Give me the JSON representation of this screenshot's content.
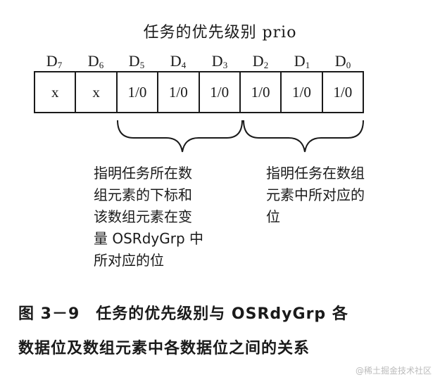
{
  "title": "任务的优先级别 prio",
  "bits": [
    {
      "name": "D",
      "sub": "7",
      "value": "x"
    },
    {
      "name": "D",
      "sub": "6",
      "value": "x"
    },
    {
      "name": "D",
      "sub": "5",
      "value": "1/0"
    },
    {
      "name": "D",
      "sub": "4",
      "value": "1/0"
    },
    {
      "name": "D",
      "sub": "3",
      "value": "1/0"
    },
    {
      "name": "D",
      "sub": "2",
      "value": "1/0"
    },
    {
      "name": "D",
      "sub": "1",
      "value": "1/0"
    },
    {
      "name": "D",
      "sub": "0",
      "value": "1/0"
    }
  ],
  "annotation_left": [
    "指明任务所在数",
    "组元素的下标和",
    "该数组元素在变",
    "量 OSRdyGrp 中",
    "所对应的位"
  ],
  "annotation_right": [
    "指明任务在数组",
    "元素中所对应的",
    "位"
  ],
  "caption_line1": "图 3－9　任务的优先级别与 OSRdyGrp 各",
  "caption_line2": "数据位及数组元素中各数据位之间的关系",
  "watermark": "@稀土掘金技术社区"
}
